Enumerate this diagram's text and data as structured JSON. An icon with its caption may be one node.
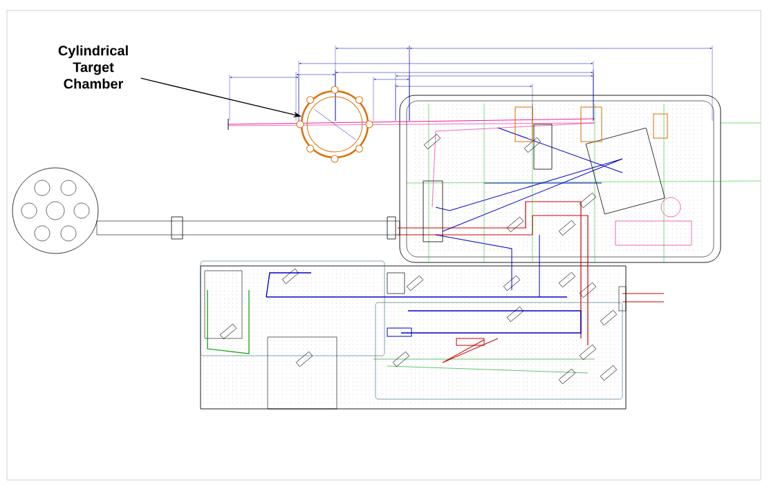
{
  "diagram": {
    "nodes": [
      {
        "text": [
          "Cylindrical Target Chamber"
        ]
      },
      {
        "text": [],
        "shape": "picture"
      }
    ],
    "edges": [
      {
        "from": 0,
        "to": 1,
        "arrow": "to"
      }
    ]
  }
}
